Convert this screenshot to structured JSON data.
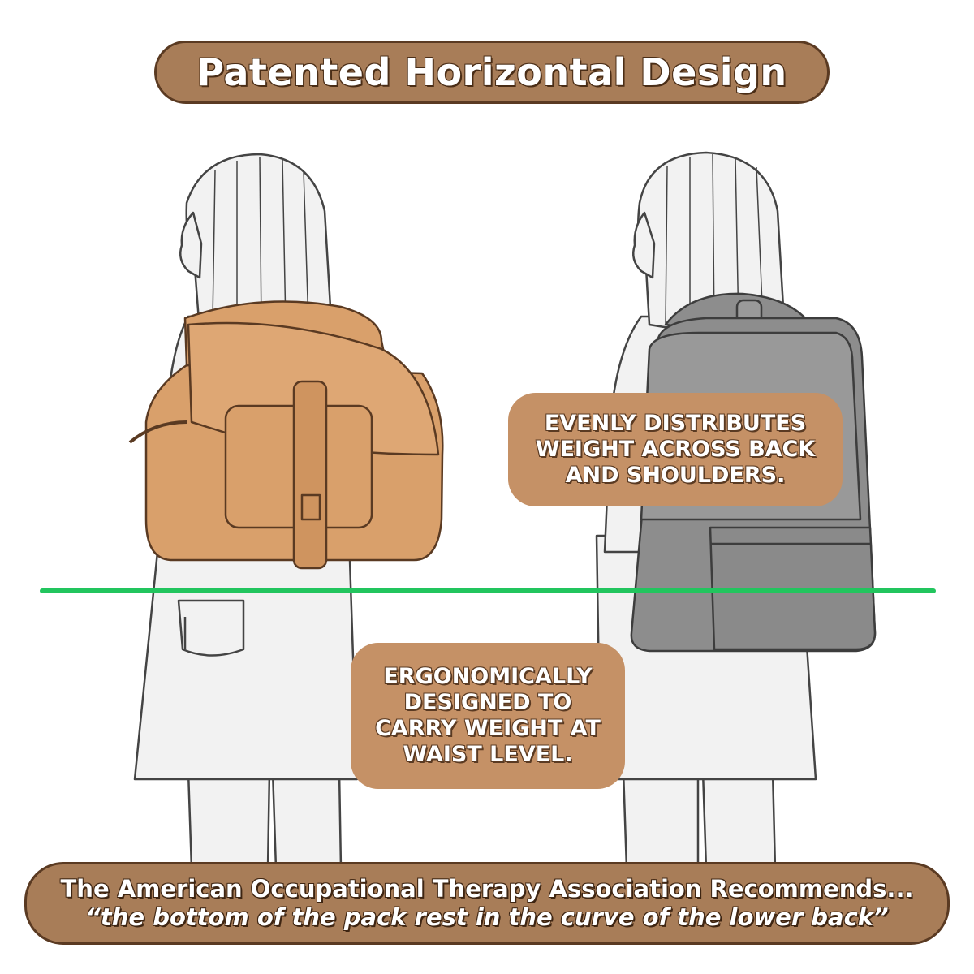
{
  "title": "Patented Horizontal Design",
  "callouts": {
    "right": [
      "EVENLY DISTRIBUTES",
      "WEIGHT ACROSS BACK",
      "AND SHOULDERS."
    ],
    "center": [
      "ERGONOMICALLY",
      "DESIGNED TO",
      "CARRY WEIGHT AT",
      "WAIST LEVEL."
    ]
  },
  "footer": {
    "line1": "The American Occupational Therapy Association Recommends...",
    "line2": "“the bottom of the pack rest in the curve of the lower back”"
  },
  "colors": {
    "banner": "#a87d58",
    "callout": "#c59166",
    "tan_bag": "#d9a06b",
    "gray_bag": "#8d8d8d",
    "guide_line": "#22c55e",
    "figure_fill": "#f2f2f2",
    "outline": "#444444"
  }
}
